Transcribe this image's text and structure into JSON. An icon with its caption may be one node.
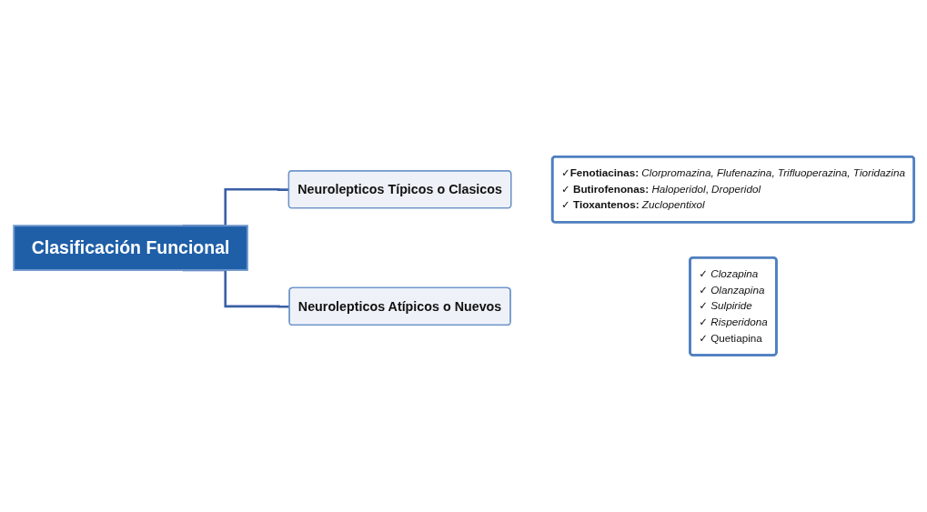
{
  "diagram": {
    "nodes": [
      {
        "text": [
          "Clasificación Funcional"
        ]
      },
      {
        "text": [
          "Neurolepticos Típicos o Clasicos"
        ]
      },
      {
        "text": [
          "✓**Fenotiacinas:** *Clorpromazina, Flufenazina, Trifluoperazina, Tioridazina*",
          "✓ **Butirofenonas:** *Haloperidol*, *Droperidol*",
          "✓ **Tioxantenos:** *Zuclopentixol*"
        ]
      },
      {
        "text": [
          "Neurolepticos Atípicos o Nuevos"
        ]
      },
      {
        "text": [
          "✓ *Clozapina*",
          "✓ *Olanzapina*",
          "✓ *Sulpiride*",
          "✓ *Risperidona*",
          "✓ Quetiapina"
        ]
      }
    ],
    "edges": [
      {
        "from": 0,
        "to": 1,
        "arrow": "none"
      },
      {
        "from": 0,
        "to": 3,
        "arrow": "none"
      }
    ]
  }
}
